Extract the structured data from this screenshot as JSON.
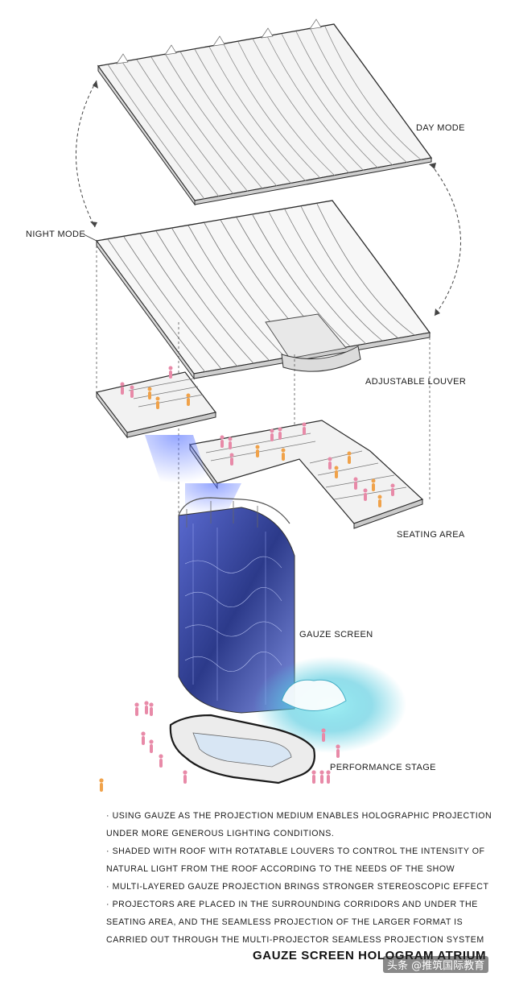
{
  "labels": {
    "day_mode": "DAY MODE",
    "night_mode": "NIGHT MODE",
    "adjustable_louver": "ADJUSTABLE LOUVER",
    "seating_area": "SEATING AREA",
    "gauze_screen": "GAUZE SCREEN",
    "performance_stage": "PERFORMANCE STAGE"
  },
  "notes": [
    "· USING GAUZE AS THE PROJECTION MEDIUM ENABLES HOLOGRAPHIC PROJECTION",
    "UNDER MORE GENEROUS LIGHTING CONDITIONS.",
    "· SHADED WITH ROOF WITH ROTATABLE LOUVERS TO CONTROL THE INTENSITY OF",
    "NATURAL LIGHT FROM THE ROOF ACCORDING TO THE NEEDS OF THE SHOW",
    "· MULTI-LAYERED GAUZE PROJECTION BRINGS STRONGER STEREOSCOPIC EFFECT",
    "· PROJECTORS ARE PLACED IN THE SURROUNDING CORRIDORS AND UNDER THE",
    "SEATING AREA, AND THE SEAMLESS PROJECTION OF THE LARGER FORMAT IS",
    "CARRIED OUT THROUGH THE MULTI-PROJECTOR SEAMLESS PROJECTION SYSTEM"
  ],
  "title": "GAUZE SCREEN HOLOGRAM ATRIUM",
  "watermark": "头条 @推筑国际教育",
  "colors": {
    "line": "#2a2a2a",
    "people_pink": "#e88aa8",
    "people_orange": "#f0a24a",
    "projection_blue": "#3a4fb0",
    "hologram_cyan": "#5fd6e0"
  }
}
